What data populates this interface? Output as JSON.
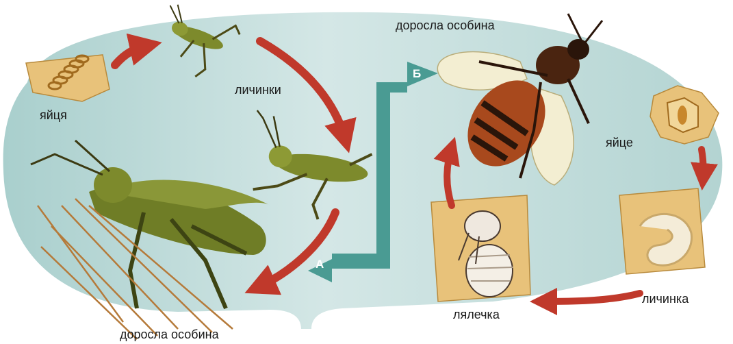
{
  "labels": {
    "grasshopper_eggs": "яйця",
    "grasshopper_larvae": "личинки",
    "grasshopper_adult": "доросла особина",
    "bee_adult": "доросла особина",
    "bee_egg": "яйце",
    "bee_larva": "личинка",
    "bee_pupa": "лялечка"
  },
  "markers": {
    "a": "А",
    "b": "Б"
  },
  "colors": {
    "background_oval": "#c9e0df",
    "cycle_arrow": "#c0392b",
    "connector_arrow": "#4a9b93",
    "grasshopper": "#7d8a2c",
    "bee_body": "#8b3a14",
    "bee_wing": "#f3eed2",
    "paper_patch": "#e8c27a"
  },
  "icons": [
    "grasshopper-egg-pod-icon",
    "grasshopper-larva-icon",
    "grasshopper-adult-icon",
    "bee-adult-icon",
    "bee-egg-cell-icon",
    "bee-larva-icon",
    "bee-pupa-icon"
  ]
}
